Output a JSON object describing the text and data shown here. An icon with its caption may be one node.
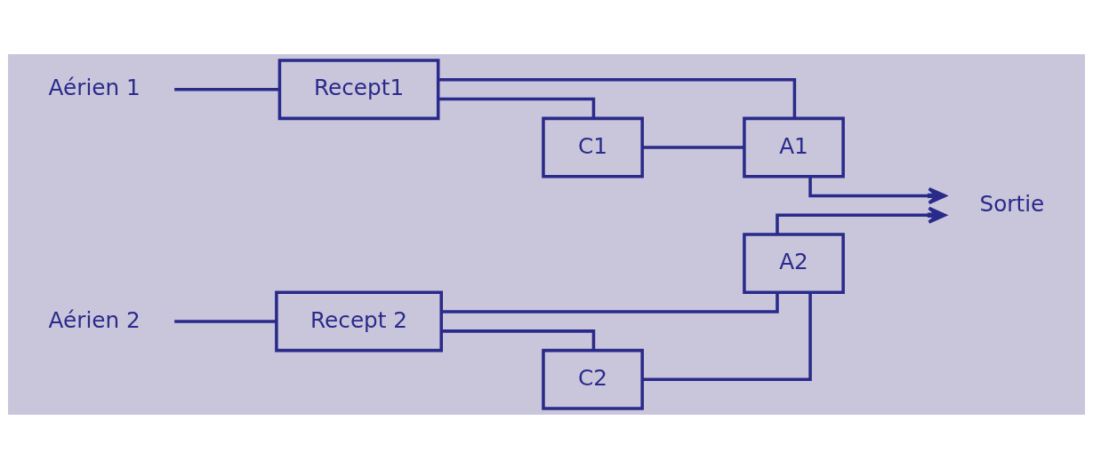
{
  "diagram": {
    "nodes": [
      {
        "text": [
          "Aérien 1"
        ]
      },
      {
        "text": [
          "Recept1"
        ]
      },
      {
        "text": [
          "A1"
        ]
      },
      {
        "text": [
          "C1"
        ]
      },
      {
        "text": [
          "Aérien 2"
        ]
      },
      {
        "text": [
          "Recept 2"
        ]
      },
      {
        "text": [
          "A2"
        ]
      },
      {
        "text": [
          "C2"
        ]
      },
      {
        "text": [
          "Sortie"
        ]
      }
    ],
    "edges": [
      {
        "from": 0,
        "to": 1,
        "arrow": "none"
      },
      {
        "from": 1,
        "to": 2,
        "arrow": "none"
      },
      {
        "from": 1,
        "to": 3,
        "arrow": "none"
      },
      {
        "from": 3,
        "to": 2,
        "arrow": "none"
      },
      {
        "from": 2,
        "to": 8,
        "arrow": "to"
      },
      {
        "from": 4,
        "to": 5,
        "arrow": "none"
      },
      {
        "from": 5,
        "to": 6,
        "arrow": "none"
      },
      {
        "from": 5,
        "to": 7,
        "arrow": "none"
      },
      {
        "from": 7,
        "to": 6,
        "arrow": "none"
      },
      {
        "from": 6,
        "to": 8,
        "arrow": "to"
      }
    ]
  }
}
